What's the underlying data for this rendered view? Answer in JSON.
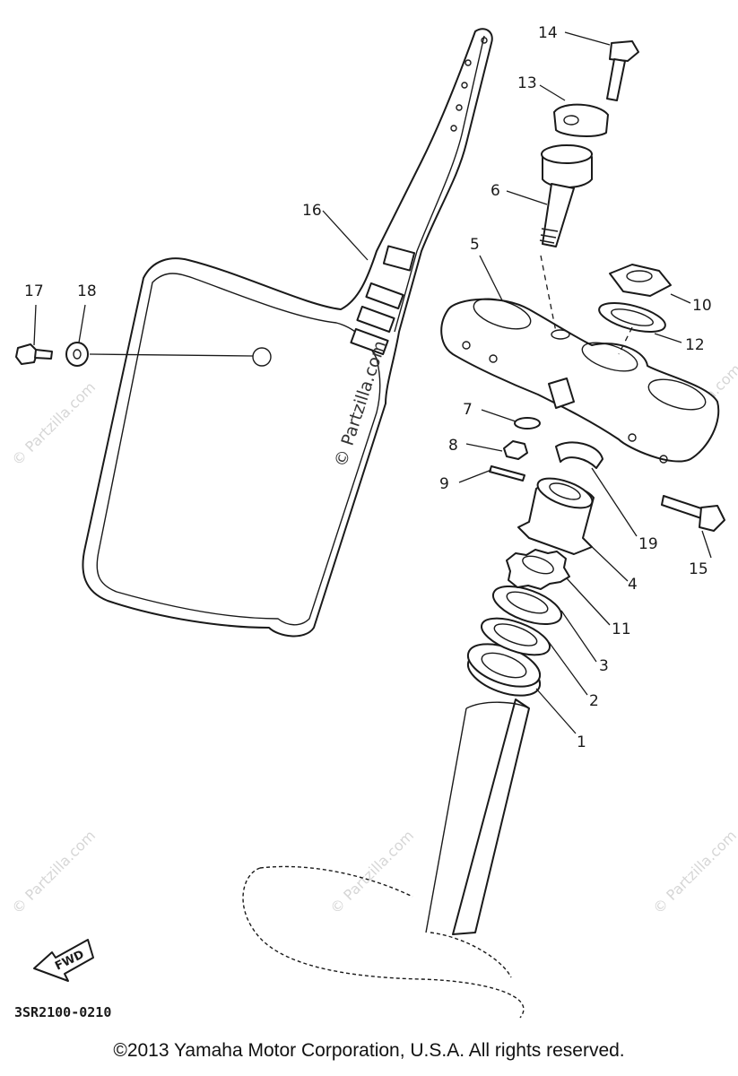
{
  "callouts": {
    "c1": "1",
    "c2": "2",
    "c3": "3",
    "c4": "4",
    "c5": "5",
    "c6": "6",
    "c7": "7",
    "c8": "8",
    "c9": "9",
    "c10": "10",
    "c11": "11",
    "c12": "12",
    "c13": "13",
    "c14": "14",
    "c15": "15",
    "c16": "16",
    "c17": "17",
    "c18": "18",
    "c19": "19"
  },
  "watermark": {
    "center": "© Partzilla.com",
    "repeat": "© Partzilla.com"
  },
  "fwd_label": "FWD",
  "diagram_code": "3SR2100-0210",
  "copyright": "©2013  Yamaha Motor Corporation, U.S.A. All rights reserved."
}
